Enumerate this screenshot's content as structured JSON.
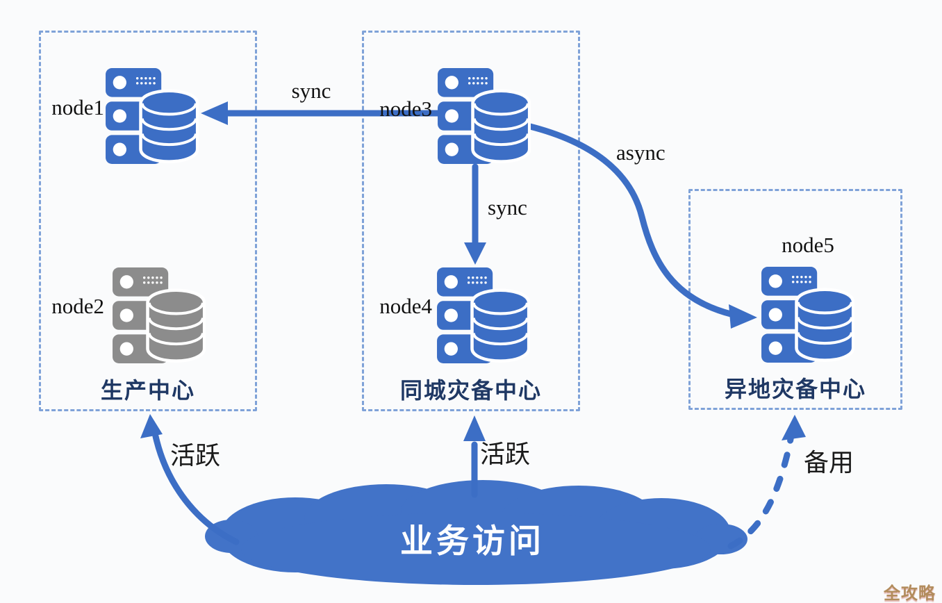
{
  "colors": {
    "blue": "#3c6ec5",
    "gray": "#8c8c8c",
    "navy": "#1f3864",
    "dash": "#7fa2d8",
    "cloud": "#4273c8",
    "bg": "#fafbfc",
    "gold": "#b28c5c",
    "text": "#111111"
  },
  "centers": {
    "production": {
      "title": "生产中心",
      "nodes": {
        "node1": "node1",
        "node2": "node2"
      }
    },
    "metro": {
      "title": "同城灾备中心",
      "nodes": {
        "node3": "node3",
        "node4": "node4"
      }
    },
    "remote": {
      "title": "异地灾备中心",
      "nodes": {
        "node5": "node5"
      }
    }
  },
  "links": {
    "sync_node3_node1": "sync",
    "sync_node3_node4": "sync",
    "async_node3_node5": "async",
    "active_production": "活跃",
    "active_metro": "活跃",
    "standby_remote": "备用"
  },
  "cloud": {
    "label": "业务访问"
  },
  "watermark": {
    "label": "全攻略"
  },
  "icons": {
    "node1": "server-database-icon",
    "node2": "server-database-icon",
    "node3": "server-database-icon",
    "node4": "server-database-icon",
    "node5": "server-database-icon",
    "cloud": "cloud-shape"
  }
}
